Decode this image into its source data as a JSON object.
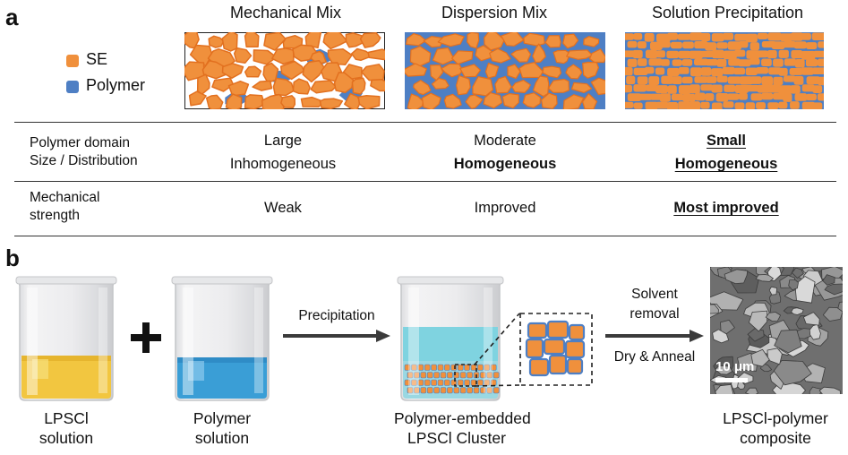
{
  "panels": {
    "a": "a",
    "b": "b"
  },
  "colors": {
    "se": "#f0903c",
    "polymer": "#4e7fc4",
    "se_stroke": "#e2701f"
  },
  "legend": {
    "se": "SE",
    "polymer": "Polymer"
  },
  "methods": [
    "Mechanical Mix",
    "Dispersion Mix",
    "Solution Precipitation"
  ],
  "table": {
    "rows": [
      {
        "label_1": "Polymer domain",
        "label_2": "Size / Distribution",
        "cells": [
          {
            "line1": "Large",
            "line2": "Inhomogeneous"
          },
          {
            "line1": "Moderate",
            "line2": "Homogeneous"
          },
          {
            "line1": "Small",
            "line2": "Homogeneous"
          }
        ]
      },
      {
        "label_1": "Mechanical",
        "label_2": "strength",
        "cells": [
          "Weak",
          "Improved",
          "Most improved"
        ]
      }
    ]
  },
  "process": {
    "beaker1": "LPSCl\nsolution",
    "beaker2": "Polymer\nsolution",
    "arrow1": "Precipitation",
    "beaker3": "Polymer-embedded\nLPSCl Cluster",
    "arrow2_top": "Solvent\nremoval",
    "arrow2_bottom": "Dry & Anneal",
    "sem_scale": "10 μm",
    "result": "LPSCl-polymer\ncomposite"
  }
}
